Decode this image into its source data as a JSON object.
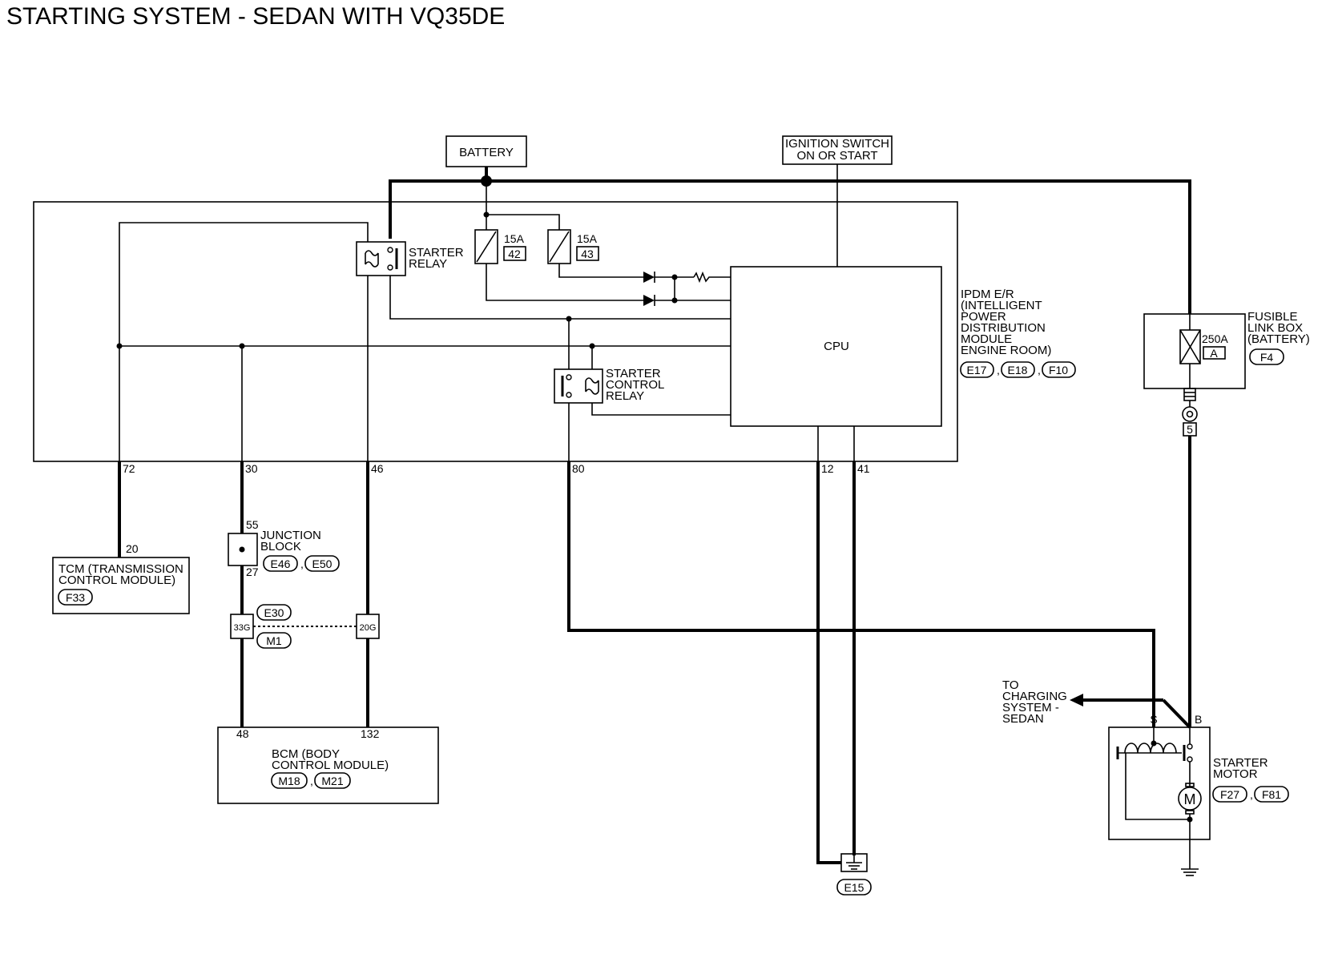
{
  "title": "STARTING SYSTEM - SEDAN WITH VQ35DE",
  "battery": "BATTERY",
  "ignition_switch": [
    "IGNITION SWITCH",
    "ON OR START"
  ],
  "starter_relay": [
    "STARTER",
    "RELAY"
  ],
  "fuse_42": {
    "rating": "15A",
    "number": "42"
  },
  "fuse_43": {
    "rating": "15A",
    "number": "43"
  },
  "cpu": "CPU",
  "starter_control_relay": [
    "STARTER",
    "CONTROL",
    "RELAY"
  ],
  "ipdm": {
    "lines": [
      "IPDM E/R",
      "(INTELLIGENT",
      "POWER",
      "DISTRIBUTION",
      "MODULE",
      "ENGINE ROOM)"
    ],
    "connectors": [
      "E17",
      "E18",
      "F10"
    ]
  },
  "fusible_link": {
    "lines": [
      "FUSIBLE",
      "LINK BOX",
      "(BATTERY)"
    ],
    "rating": "250A",
    "letter": "A",
    "connector": "F4",
    "terminal": "5"
  },
  "pins": {
    "p72": "72",
    "p30": "30",
    "p46": "46",
    "p80": "80",
    "p12": "12",
    "p41": "41"
  },
  "tcm": {
    "lines": [
      "TCM (TRANSMISSION",
      "CONTROL MODULE)"
    ],
    "pin": "20",
    "connector": "F33"
  },
  "junction_block": {
    "lines": [
      "JUNCTION",
      "BLOCK"
    ],
    "pin_top": "55",
    "pin_bottom": "27",
    "connectors": [
      "E46",
      "E50"
    ]
  },
  "inline_connector": {
    "left_pin": "33G",
    "right_pin": "20G",
    "top": "E30",
    "bottom": "M1"
  },
  "bcm": {
    "lines": [
      "BCM (BODY",
      "CONTROL MODULE)"
    ],
    "pins": [
      "48",
      "132"
    ],
    "connectors": [
      "M18",
      "M21"
    ]
  },
  "charging": [
    "TO",
    "CHARGING",
    "SYSTEM -",
    "SEDAN"
  ],
  "starter_motor": {
    "lines": [
      "STARTER",
      "MOTOR"
    ],
    "connectors": [
      "F27",
      "F81"
    ],
    "terminal_s": "S",
    "terminal_b": "B",
    "motor_symbol": "M"
  },
  "ground": "E15"
}
